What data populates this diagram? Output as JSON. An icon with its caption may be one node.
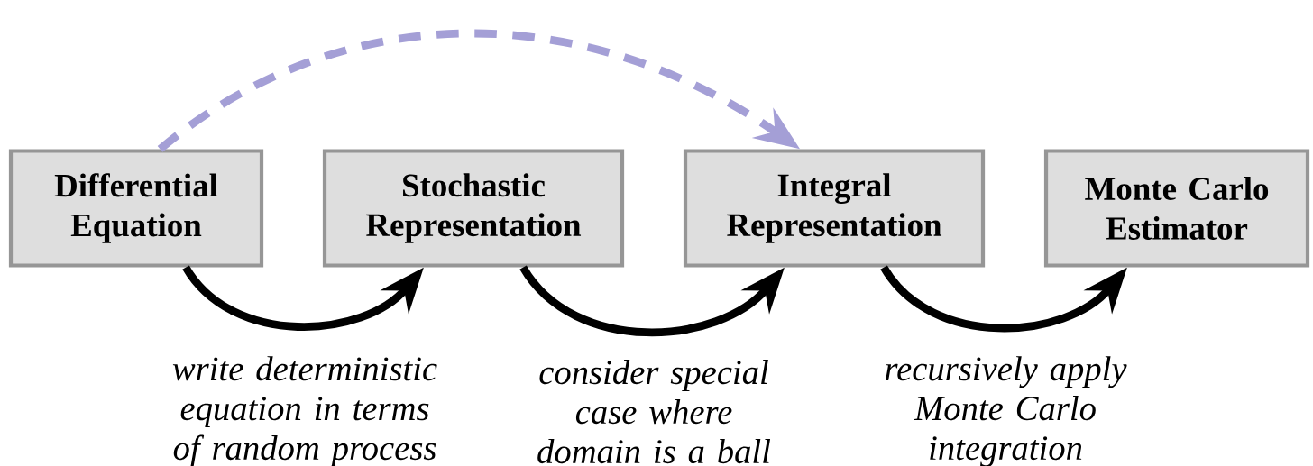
{
  "diagram": {
    "nodes": [
      {
        "text": [
          "Differential Equation"
        ]
      },
      {
        "text": [
          "Stochastic Representation"
        ]
      },
      {
        "text": [
          "Integral Representation"
        ]
      },
      {
        "text": [
          "Monte Carlo Estimator"
        ]
      }
    ],
    "edges": [
      {
        "from": 0,
        "to": 1,
        "arrow": "to",
        "label": "write deterministic equation in terms of random process"
      },
      {
        "from": 1,
        "to": 2,
        "arrow": "to",
        "label": "consider special case where domain is a ball"
      },
      {
        "from": 2,
        "to": 3,
        "arrow": "to",
        "label": "recursively apply Monte Carlo integration"
      },
      {
        "from": 0,
        "to": 2,
        "arrow": "to",
        "style": "dashed",
        "color": "#a49fd6"
      }
    ]
  }
}
